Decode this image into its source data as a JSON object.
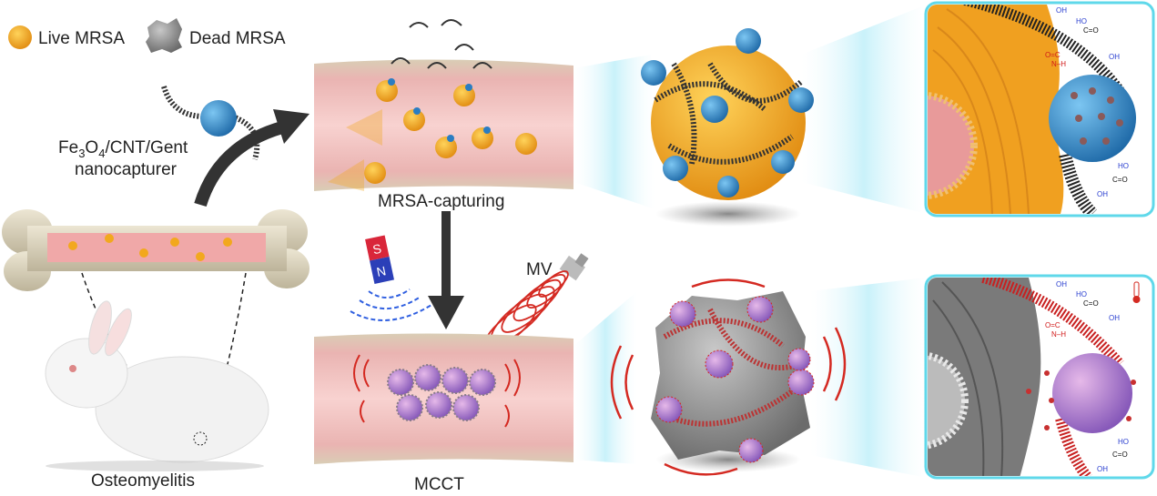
{
  "legend": {
    "live_label": "Live MRSA",
    "dead_label": "Dead MRSA"
  },
  "nanocapturer": {
    "fe": "Fe",
    "sub3": "3",
    "o": "O",
    "sub4": "4",
    "rest": "/CNT/Gent",
    "line2": "nanocapturer"
  },
  "steps": {
    "capturing": "MRSA-capturing",
    "therapy": "MCCT",
    "disease": "Osteomyelitis",
    "microwave": "MV"
  },
  "magnet": {
    "south": "S",
    "north": "N"
  },
  "chem": {
    "oh": "OH",
    "ho": "HO",
    "co": "C=O",
    "amide_top": "O=C",
    "amide_bottom": "N–H"
  },
  "colors": {
    "live": "#f2a81e",
    "dead": "#7d7d7d",
    "nanoparticle": "#3b8fd0",
    "cnt": "#222222",
    "vessel": "#f1b5b5",
    "inset_border": "#5fd8ea",
    "microwave": "#d42a22",
    "magnet_field": "#2f5fe0"
  }
}
